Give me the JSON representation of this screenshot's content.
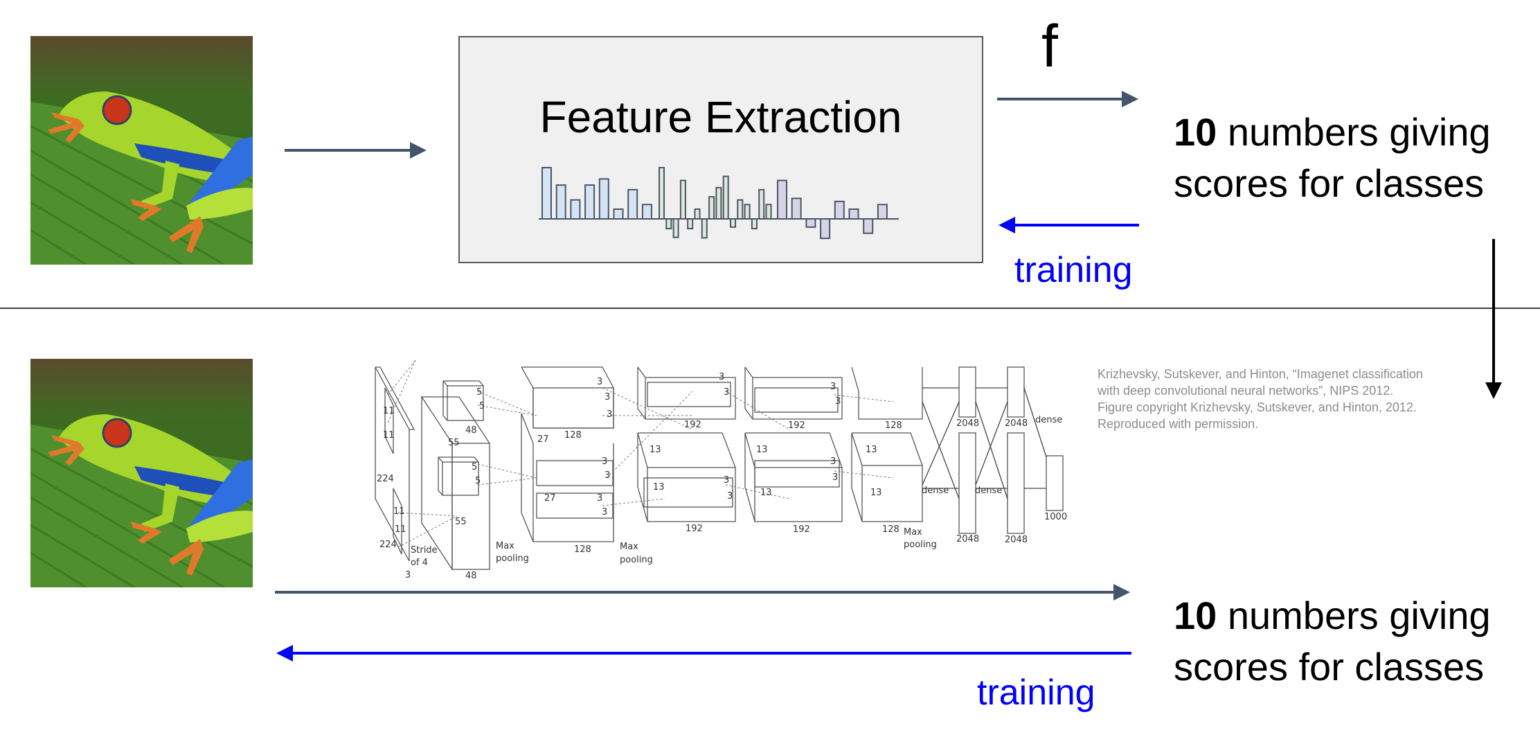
{
  "top": {
    "feature_box_title": "Feature Extraction",
    "function_label": "f",
    "output_bold": "10",
    "output_line1_rest": " numbers giving",
    "output_line2": "scores for classes",
    "training_label": "training",
    "feature_histogram": {
      "groups": [
        {
          "color": "#d6e3f3",
          "values": [
            10,
            6.6,
            3.7,
            6.6,
            7.8,
            1.9,
            5.7,
            2.8
          ]
        },
        {
          "color": "#dde9d6",
          "values": [
            10,
            -1.9,
            -3.6,
            7.5,
            -1.9,
            1.9,
            -3.7,
            4.3,
            6.1,
            8.3,
            -1.6,
            3.7,
            2.8,
            -1.9,
            5.7,
            2.8
          ]
        },
        {
          "color": "#d9d3e6",
          "values": [
            7.5,
            4.0,
            -1.6,
            -3.8,
            3.4,
            1.9,
            -2.8,
            2.8
          ]
        }
      ]
    }
  },
  "bottom": {
    "output_bold": "10",
    "output_line1_rest": " numbers giving",
    "output_line2": "scores for classes",
    "training_label": "training",
    "citation": [
      "Krizhevsky, Sutskever, and Hinton, “Imagenet classification",
      "with deep convolutional neural networks”, NIPS 2012.",
      "Figure copyright Krizhevsky, Sutskever, and Hinton, 2012.",
      "Reproduced with permission."
    ],
    "alexnet_labels": [
      "11",
      "11",
      "224",
      "11",
      "11",
      "224",
      "Stride",
      "of 4",
      "3",
      "5",
      "5",
      "48",
      "55",
      "5",
      "5",
      "55",
      "48",
      "Max",
      "pooling",
      "3",
      "3",
      "3",
      "27",
      "128",
      "3",
      "3",
      "27",
      "3",
      "3",
      "128",
      "Max",
      "pooling",
      "3",
      "3",
      "192",
      "13",
      "3",
      "13",
      "3",
      "192",
      "3",
      "3",
      "192",
      "13",
      "3",
      "3",
      "13",
      "192",
      "128",
      "13",
      "13",
      "128",
      "Max",
      "pooling",
      "2048",
      "2048",
      "2048",
      "2048",
      "dense",
      "dense",
      "dense",
      "1000"
    ]
  },
  "colors": {
    "arrow": "#44546a",
    "training": "#0000ff",
    "divider": "#000000"
  }
}
